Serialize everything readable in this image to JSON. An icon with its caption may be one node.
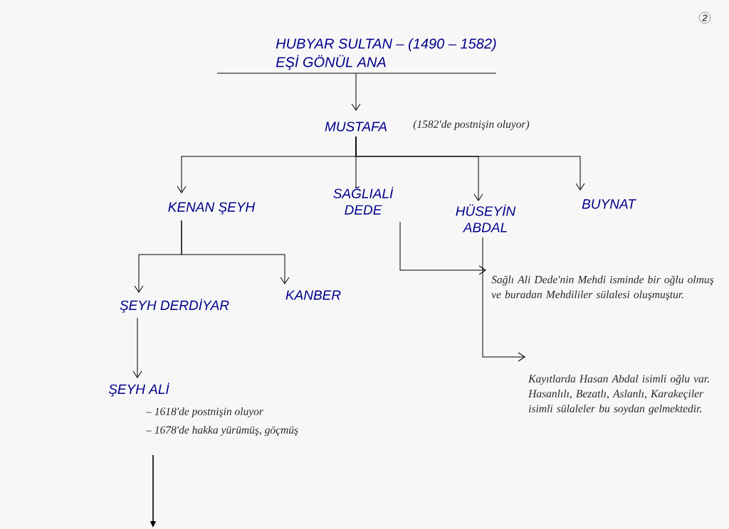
{
  "diagram": {
    "nodes": [
      {
        "text": [
          "HUBYAR SULTAN – (1490 – 1582)",
          "EŞİ GÖNÜL ANA"
        ]
      },
      {
        "text": [
          "MUSTAFA"
        ],
        "beside": [
          "(1582'de postnişin oluyor)"
        ]
      },
      {
        "text": [
          "KENAN ŞEYH"
        ]
      },
      {
        "text": [
          "SAĞLIALİ DEDE"
        ]
      },
      {
        "text": [
          "HÜSEYİN ABDAL"
        ]
      },
      {
        "text": [
          "BUYNAT"
        ]
      },
      {
        "text": [
          "ŞEYH DERDİYAR"
        ]
      },
      {
        "text": [
          "KANBER"
        ]
      },
      {
        "text": [
          "ŞEYH ALİ"
        ],
        "beside": [
          "– 1618'de postnişin oluyor",
          "– 1678'de hakka yürümüş, göçmüş"
        ]
      },
      {
        "text": [
          "Sağlı Ali Dede'nin Mehdi isminde bir oğlu olmuş ve buradan Mehdililer sülalesi oluşmuştur."
        ]
      },
      {
        "text": [
          "Kayıtlarda Hasan Abdal isimli oğlu var. Hasanlılı, Bezatlı, Aslanlı, Karakeçiler isimli sülaleler bu soydan gelmektedir."
        ]
      }
    ],
    "edges": [
      {
        "from": 0,
        "to": 1,
        "arrow": "to"
      },
      {
        "from": 1,
        "to": 2,
        "arrow": "to"
      },
      {
        "from": 1,
        "to": 3,
        "arrow": "none"
      },
      {
        "from": 1,
        "to": 4,
        "arrow": "to"
      },
      {
        "from": 1,
        "to": 5,
        "arrow": "to"
      },
      {
        "from": 2,
        "to": 6,
        "arrow": "to"
      },
      {
        "from": 2,
        "to": 7,
        "arrow": "to"
      },
      {
        "from": 6,
        "to": 8,
        "arrow": "to"
      },
      {
        "from": 3,
        "to": 9,
        "arrow": "to"
      },
      {
        "from": 4,
        "to": 10,
        "arrow": "to"
      },
      {
        "from": 8,
        "to": null,
        "arrow": "to"
      }
    ],
    "labels": [
      "2"
    ]
  }
}
